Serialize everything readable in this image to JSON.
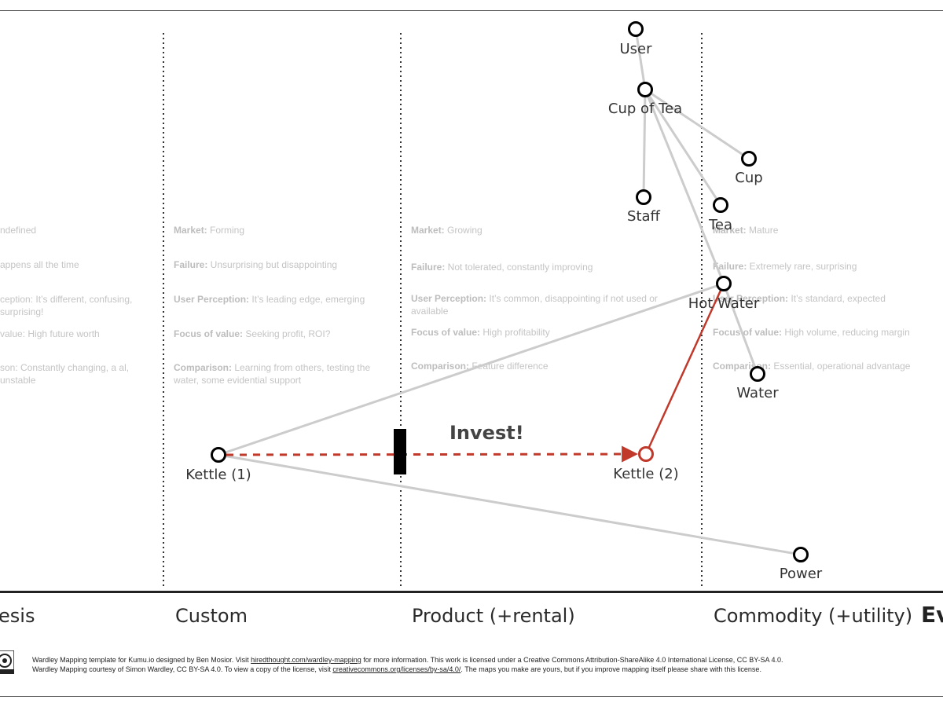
{
  "stages": [
    {
      "id": "genesis",
      "label": "esis",
      "market": "ndefined",
      "failure": "appens all the time",
      "perception": "ception: It’s different, confusing, surprising!",
      "focus": "value: High future worth",
      "comparison": "son: Constantly changing, a al, unstable"
    },
    {
      "id": "custom",
      "label": "Custom",
      "market_k": "Market:",
      "market": " Forming",
      "failure_k": "Failure:",
      "failure": " Unsurprising but disappointing",
      "perception_k": "User Perception:",
      "perception": " It’s leading edge, emerging",
      "focus_k": "Focus of value:",
      "focus": " Seeking profit, ROI?",
      "comparison_k": "Comparison:",
      "comparison": " Learning from others, testing the water, some evidential support"
    },
    {
      "id": "product",
      "label": "Product (+rental)",
      "market_k": "Market:",
      "market": " Growing",
      "failure_k": "Failure:",
      "failure": " Not tolerated, constantly improving",
      "perception_k": "User Perception:",
      "perception": " It’s common, disappointing if not used or available",
      "focus_k": "Focus of value:",
      "focus": " High profitability",
      "comparison_k": "Comparison:",
      "comparison": " Feature difference"
    },
    {
      "id": "commodity",
      "label": "Commodity (+utility)",
      "market_k": "Market:",
      "market": " Mature",
      "failure_k": "Failure:",
      "failure": " Extremely rare, surprising",
      "perception_k": "User Perception:",
      "perception": " It’s standard, expected",
      "focus_k": "Focus of value:",
      "focus": " High volume, reducing margin",
      "comparison_k": "Comparison:",
      "comparison": " Essential, operational advantage"
    }
  ],
  "axis_title": "Ev",
  "nodes": [
    {
      "id": "user",
      "label": "User"
    },
    {
      "id": "cup_of_tea",
      "label": "Cup of Tea"
    },
    {
      "id": "cup",
      "label": "Cup"
    },
    {
      "id": "staff",
      "label": "Staff"
    },
    {
      "id": "tea",
      "label": "Tea"
    },
    {
      "id": "hot_water",
      "label": "Hot Water"
    },
    {
      "id": "water",
      "label": "Water"
    },
    {
      "id": "kettle1",
      "label": "Kettle (1)"
    },
    {
      "id": "kettle2",
      "label": "Kettle (2)"
    },
    {
      "id": "power",
      "label": "Power"
    }
  ],
  "links": [
    {
      "from": "user",
      "to": "cup_of_tea"
    },
    {
      "from": "cup_of_tea",
      "to": "cup"
    },
    {
      "from": "cup_of_tea",
      "to": "staff"
    },
    {
      "from": "cup_of_tea",
      "to": "tea"
    },
    {
      "from": "cup_of_tea",
      "to": "hot_water"
    },
    {
      "from": "hot_water",
      "to": "water"
    },
    {
      "from": "hot_water",
      "to": "kettle1"
    },
    {
      "from": "kettle1",
      "to": "power"
    },
    {
      "from": "hot_water",
      "to": "kettle2",
      "highlight": true
    },
    {
      "from": "kettle1",
      "to": "kettle2",
      "evolution": true
    }
  ],
  "annotation": "Invest!",
  "footer": {
    "line1_pre": "Wardley Mapping template for Kumu.io designed by Ben Mosior. Visit ",
    "line1_link": "hiredthought.com/wardley-mapping",
    "line1_post": " for more information. This work is licensed under a Creative Commons Attribution-ShareAlike 4.0 International License, CC BY-SA 4.0.",
    "line2_pre": "Wardley Mapping courtesy of Simon Wardley, CC BY-SA 4.0. To view a copy of the license, visit ",
    "line2_link": "creativecommons.org/licenses/by-sa/4.0/",
    "line2_post": ". The maps you make are yours, but if you improve mapping itself please share with this license."
  },
  "colors": {
    "link": "#cccccc",
    "highlight": "#c0392b",
    "node_stroke": "#000000",
    "inertia": "#000000"
  }
}
